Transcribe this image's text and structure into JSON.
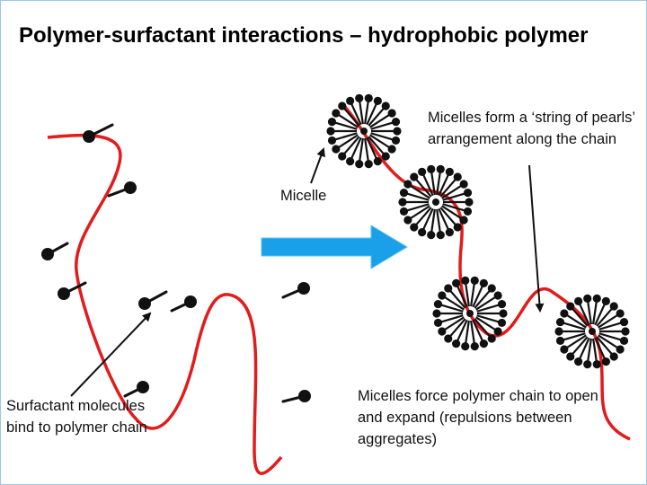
{
  "title": "Polymer-surfactant interactions – hydrophobic polymer",
  "labels": {
    "pearls": "Micelles form a ‘string of pearls’ arrangement along the chain",
    "micelle": "Micelle",
    "surfactant": "Surfactant molecules bind to polymer chain",
    "force": "Micelles force polymer chain to open and expand (repulsions between aggregates)"
  },
  "colors": {
    "chain": "#e21b1b",
    "surfactant": "#111111",
    "arrow": "#1aa0e8",
    "border": "#9fc7e6"
  }
}
